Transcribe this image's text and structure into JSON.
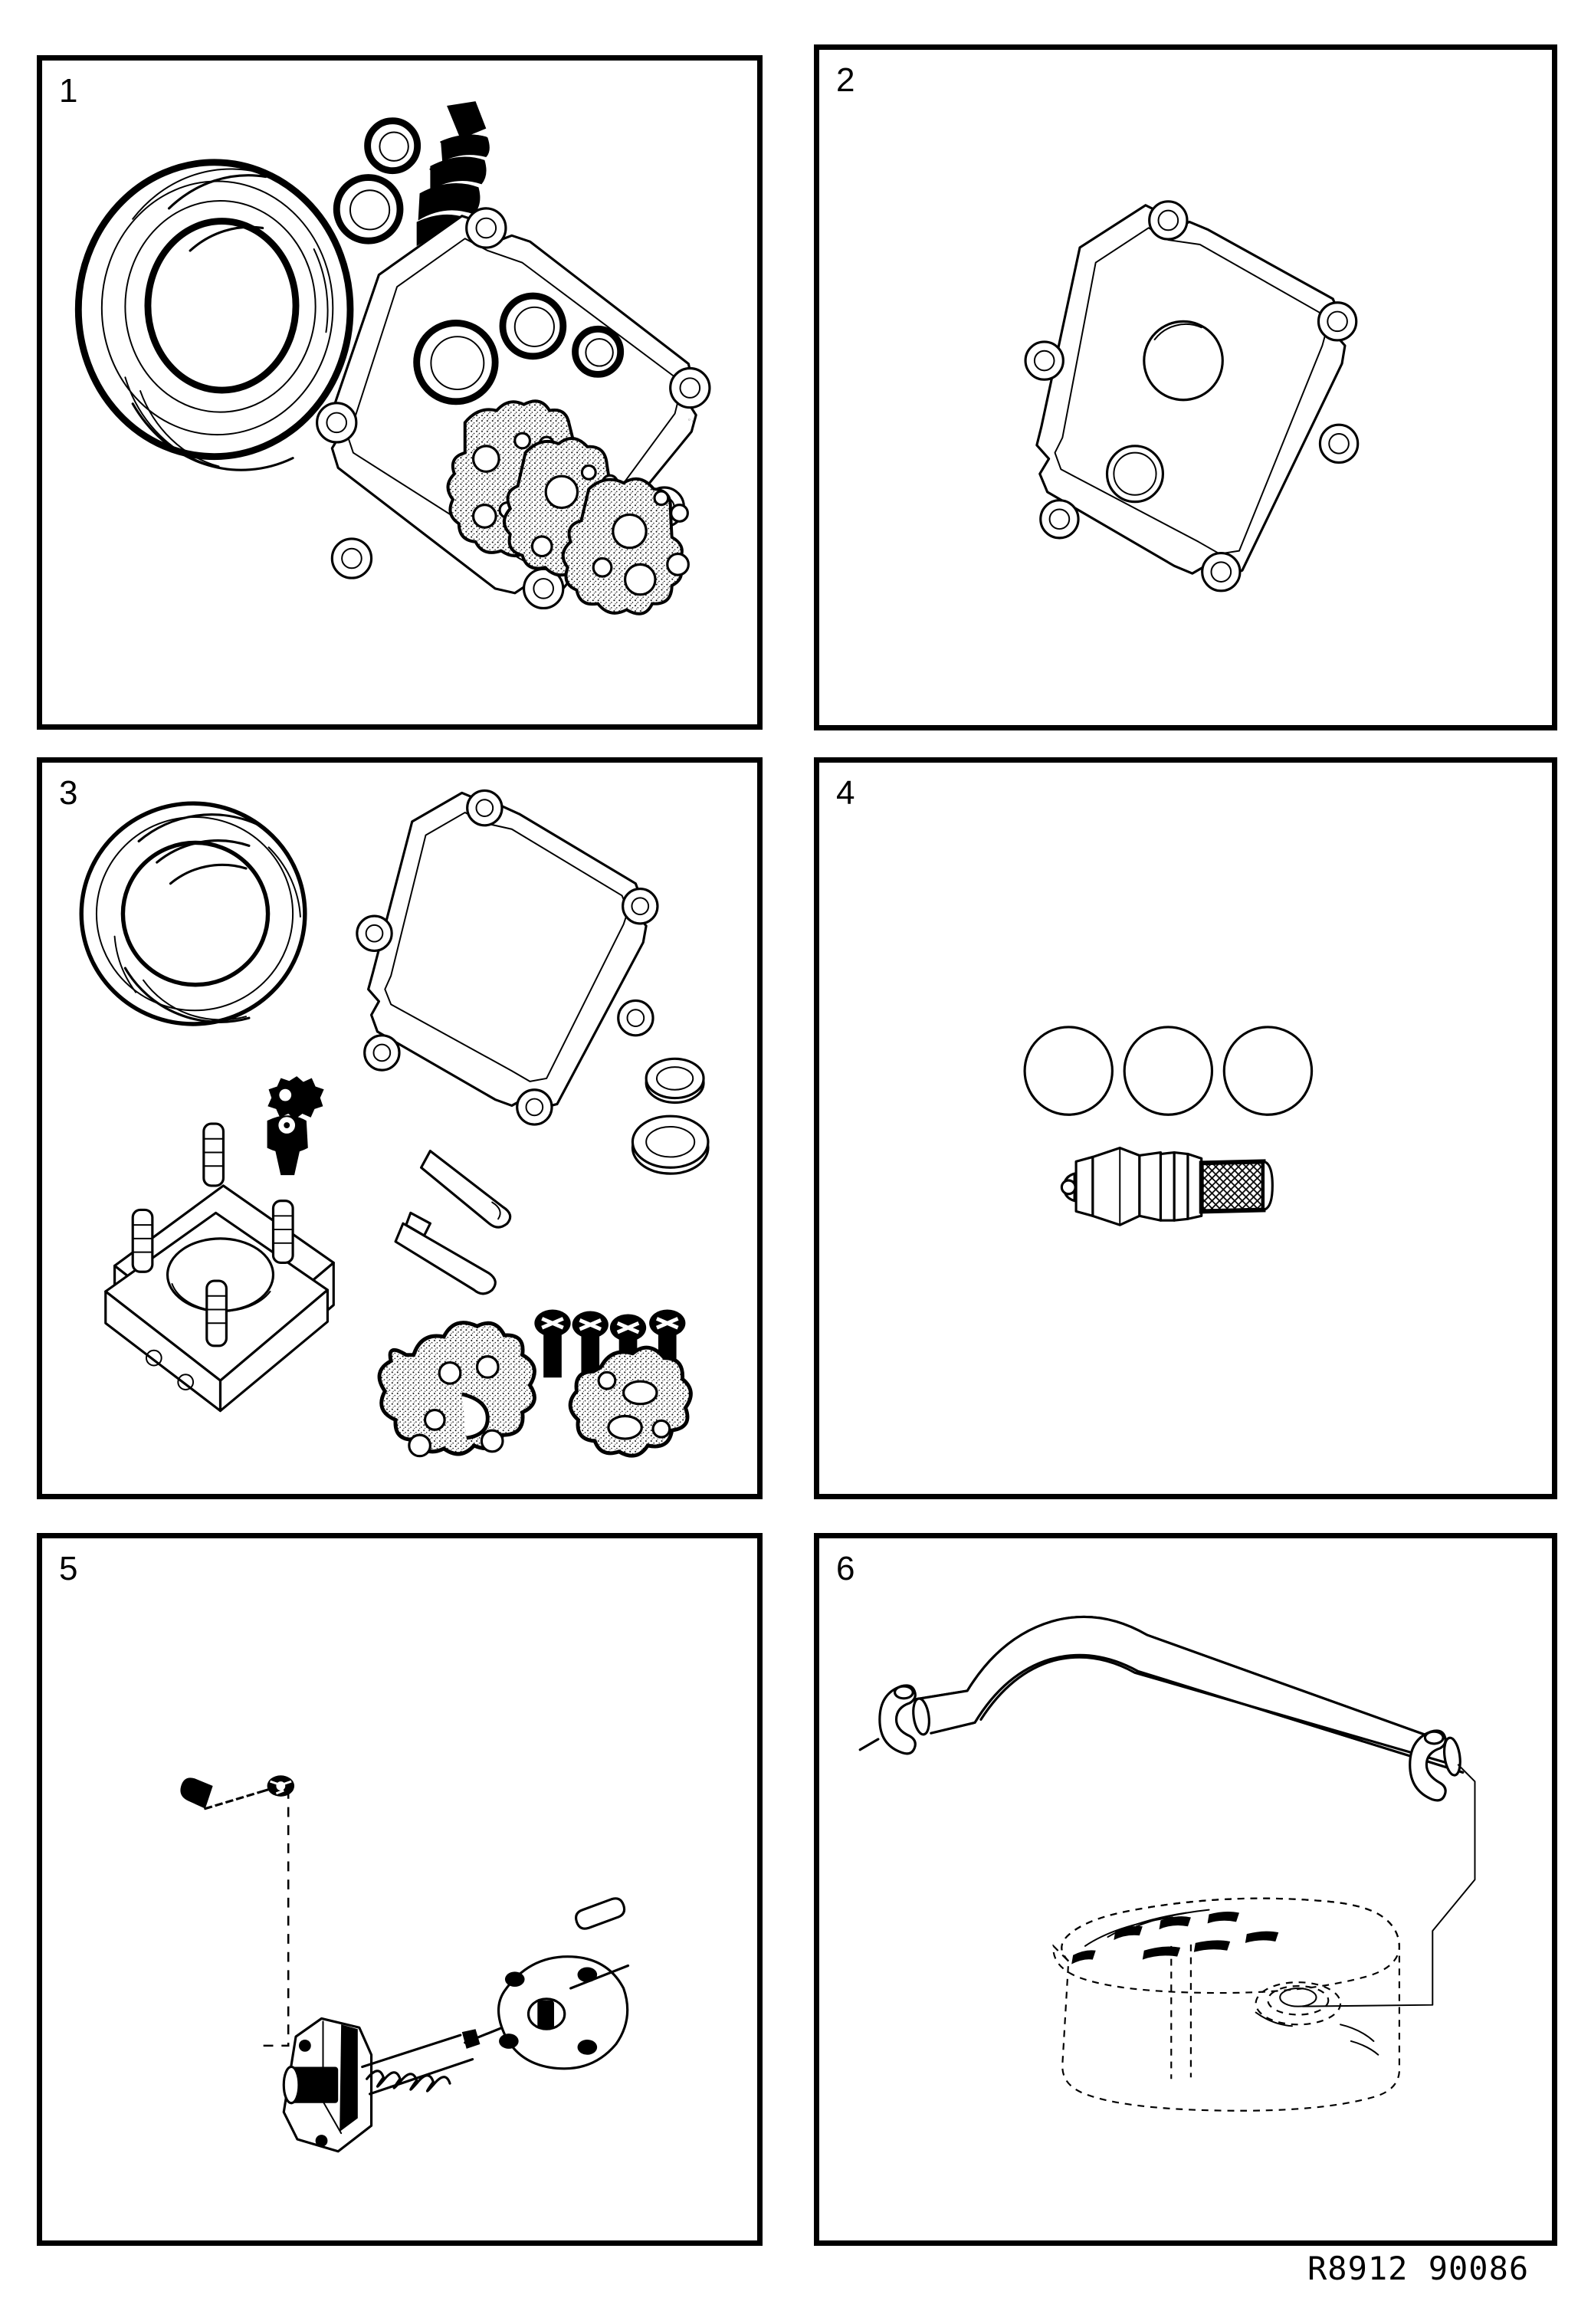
{
  "document": {
    "type": "technical-parts-illustration",
    "sheet_background": "#ffffff",
    "ink_color": "#000000",
    "footer_code": "R8912 90086"
  },
  "panels": [
    {
      "number": "1",
      "caption": "",
      "parts": [
        {
          "name": "diaphragm-ring",
          "label": ""
        },
        {
          "name": "o-ring-small",
          "label": ""
        },
        {
          "name": "o-ring-medium",
          "label": ""
        },
        {
          "name": "valve-needle",
          "label": ""
        },
        {
          "name": "cover-gasket",
          "label": ""
        },
        {
          "name": "o-ring-large",
          "label": ""
        },
        {
          "name": "o-ring-mid",
          "label": ""
        },
        {
          "name": "o-ring-tiny",
          "label": ""
        },
        {
          "name": "gasket-set-stippled",
          "label": ""
        }
      ]
    },
    {
      "number": "2",
      "caption": "",
      "parts": [
        {
          "name": "cover-gasket-plate",
          "label": ""
        }
      ]
    },
    {
      "number": "3",
      "caption": "",
      "parts": [
        {
          "name": "diaphragm-ring",
          "label": ""
        },
        {
          "name": "cover-gasket",
          "label": ""
        },
        {
          "name": "star-washer",
          "label": ""
        },
        {
          "name": "needle-valve",
          "label": ""
        },
        {
          "name": "valve-body-with-studs",
          "label": ""
        },
        {
          "name": "pin-long",
          "label": ""
        },
        {
          "name": "pin-short",
          "label": ""
        },
        {
          "name": "screw",
          "label": ""
        },
        {
          "name": "screw",
          "label": ""
        },
        {
          "name": "screw",
          "label": ""
        },
        {
          "name": "screw",
          "label": ""
        },
        {
          "name": "seal-washer-small",
          "label": ""
        },
        {
          "name": "seal-washer-large",
          "label": ""
        },
        {
          "name": "gasket-piece-left",
          "label": ""
        },
        {
          "name": "gasket-piece-right",
          "label": ""
        }
      ]
    },
    {
      "number": "4",
      "caption": "",
      "parts": [
        {
          "name": "o-ring",
          "label": ""
        },
        {
          "name": "o-ring",
          "label": ""
        },
        {
          "name": "o-ring",
          "label": ""
        },
        {
          "name": "sensor-valve-knurled",
          "label": ""
        }
      ]
    },
    {
      "number": "5",
      "caption": "",
      "parts": [
        {
          "name": "screw",
          "label": ""
        },
        {
          "name": "washer",
          "label": ""
        },
        {
          "name": "valve-body",
          "label": ""
        },
        {
          "name": "spring",
          "label": ""
        },
        {
          "name": "end-cap-flange",
          "label": ""
        },
        {
          "name": "roll-pin",
          "label": ""
        },
        {
          "name": "assembly-leader-line",
          "label": ""
        }
      ]
    },
    {
      "number": "6",
      "caption": "",
      "parts": [
        {
          "name": "hose",
          "label": ""
        },
        {
          "name": "hose-clamp-left",
          "label": ""
        },
        {
          "name": "hose-clamp-right",
          "label": ""
        },
        {
          "name": "fuel-tank-phantom",
          "label": ""
        },
        {
          "name": "assembly-leader-line",
          "label": ""
        }
      ]
    }
  ]
}
